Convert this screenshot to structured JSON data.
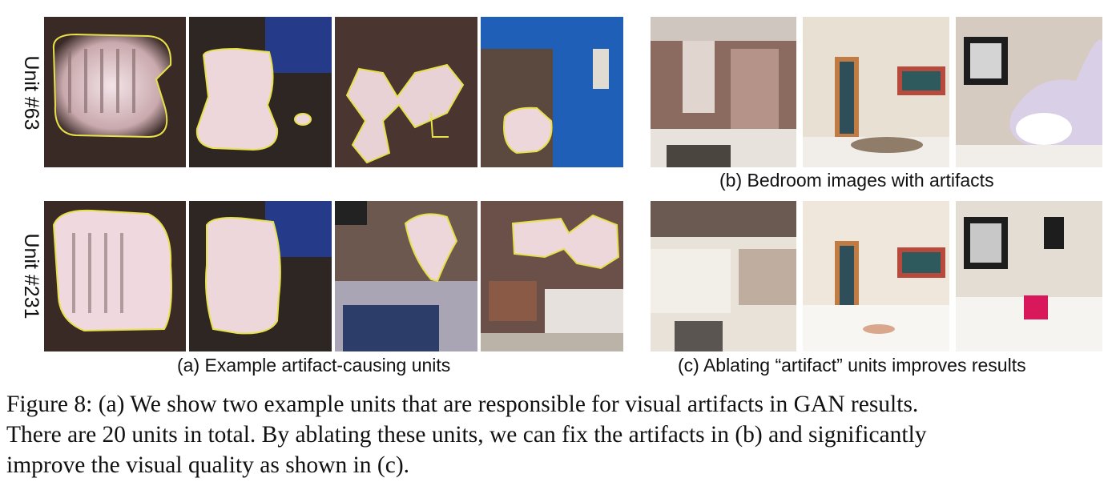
{
  "panel_a": {
    "row_labels": [
      "Unit #63",
      "Unit #231"
    ],
    "caption": "(a) Example artifact-causing units"
  },
  "panel_b": {
    "caption": "(b) Bedroom images with artifacts"
  },
  "panel_c": {
    "caption": "(c) Ablating “artifact” units improves results"
  },
  "figure_caption": {
    "lines": [
      "Figure 8: (a) We show two example units that are responsible for visual artifacts in GAN results.",
      "There are 20 units in total. By ablating these units, we can fix the artifacts in (b) and significantly",
      "improve the visual quality as shown in (c)."
    ]
  },
  "colors": {
    "outline": "#e6e04a",
    "dark_room": "#3a2a26",
    "wall_brown": "#7a5e55",
    "artifact_pink": "#efd9de",
    "blue_wall": "#1f5fb8",
    "light_wall": "#e9e1d6"
  }
}
